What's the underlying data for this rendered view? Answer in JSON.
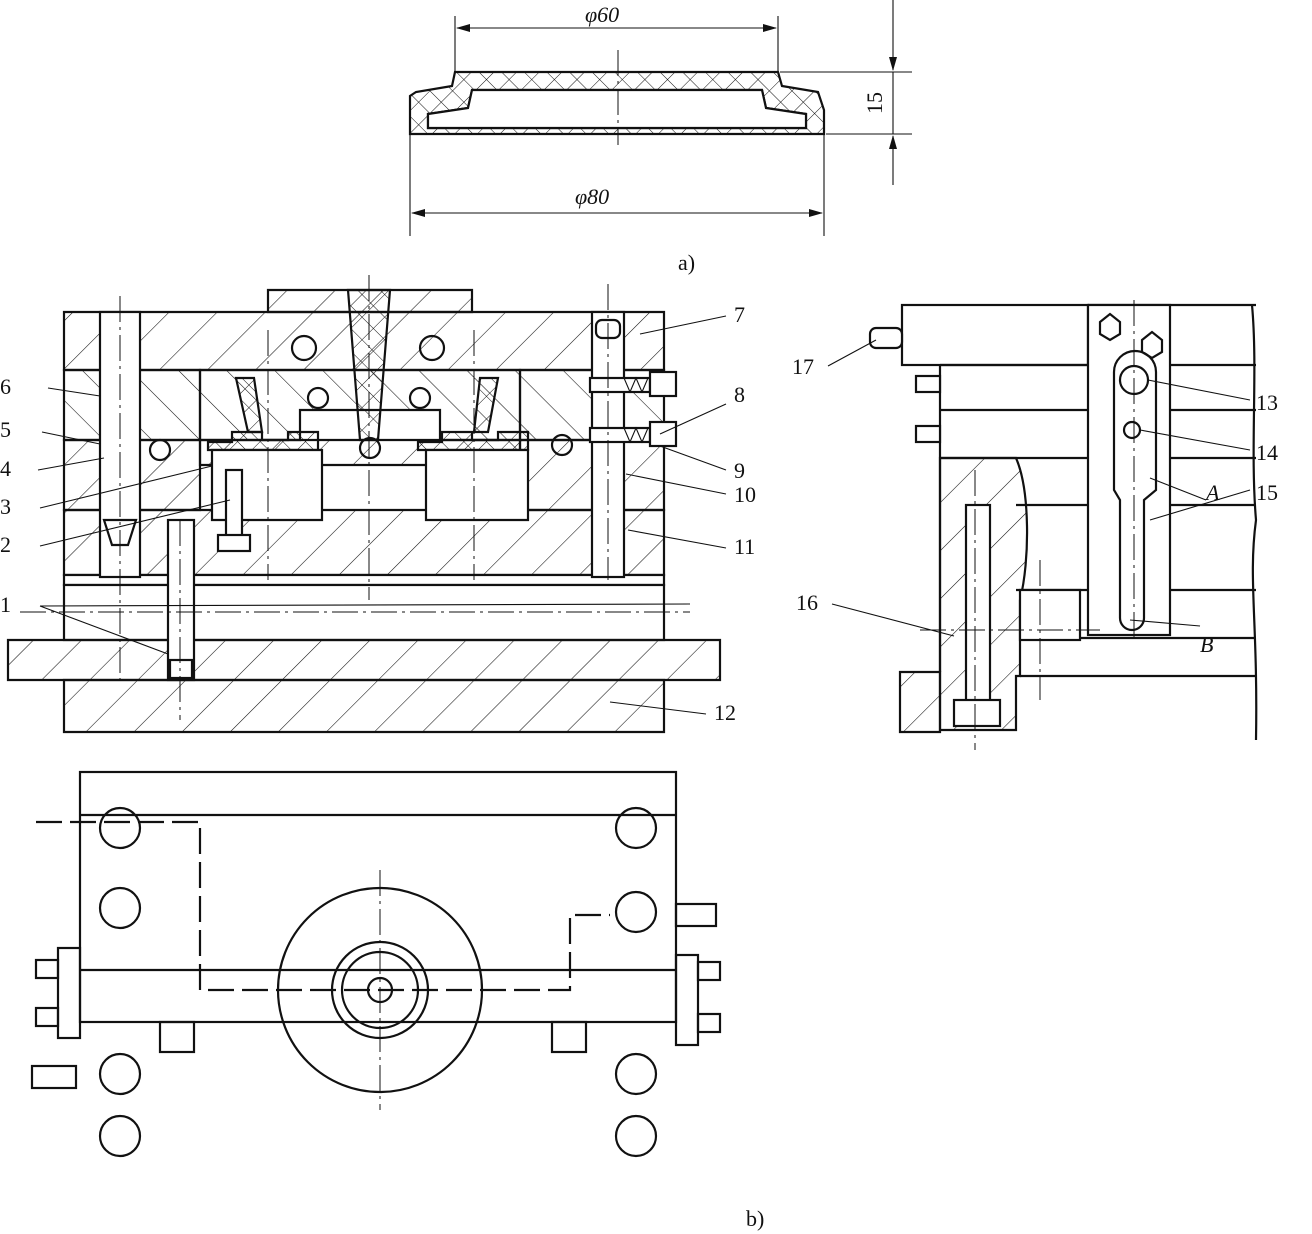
{
  "dimensions": {
    "d60": "φ60",
    "d80": "φ80",
    "h15": "15"
  },
  "views": {
    "a": "a)",
    "b": "b)"
  },
  "labels": {
    "n1": "1",
    "n2": "2",
    "n3": "3",
    "n4": "4",
    "n5": "5",
    "n6": "6",
    "n7": "7",
    "n8": "8",
    "n9": "9",
    "n10": "10",
    "n11": "11",
    "n12": "12",
    "n13": "13",
    "n14": "14",
    "n15": "15",
    "n16": "16",
    "n17": "17",
    "A": "A",
    "B": "B"
  }
}
